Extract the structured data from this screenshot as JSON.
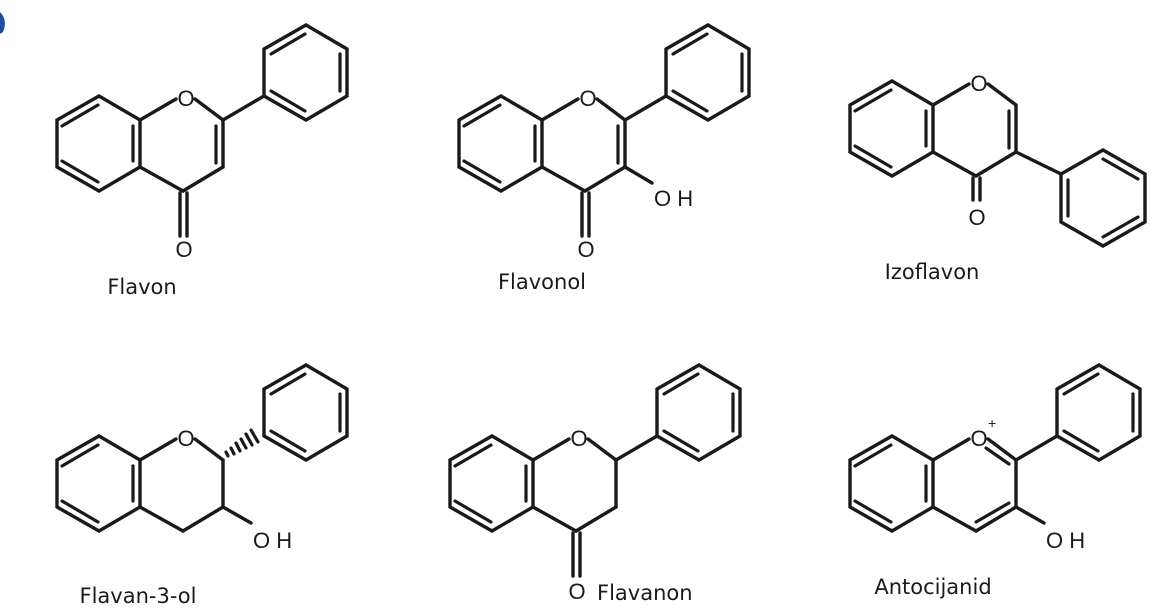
{
  "colors": {
    "bond": "#1a1a1a",
    "background": "#ffffff",
    "corner_mark": "#1b4f9c"
  },
  "labels": {
    "flavon": "Flavon",
    "flavonol": "Flavonol",
    "izoflavon": "Izoflavon",
    "flavan3ol": "Flavan-3-ol",
    "flavanon": "Flavanon",
    "antocijanid": "Antocijanid"
  },
  "atoms": {
    "oxygen": "O",
    "hydroxyl": "O H",
    "charge_plus": "+"
  }
}
